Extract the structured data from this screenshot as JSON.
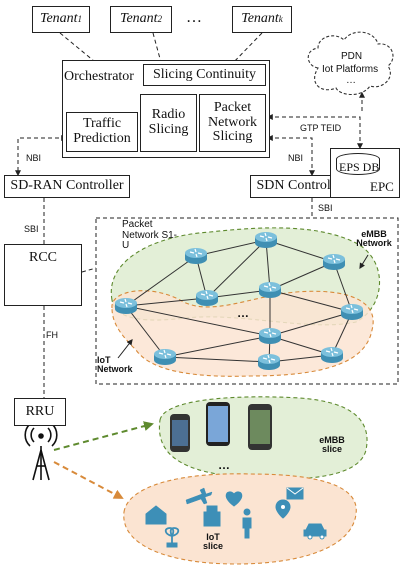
{
  "tenants": {
    "t1": {
      "name": "Tenant",
      "sub": "1"
    },
    "t2": {
      "name": "Tenant",
      "sub": "2"
    },
    "tk": {
      "name": "Tenant",
      "sub": "k"
    },
    "ellipsis": "…"
  },
  "orchestrator": {
    "title": "Orchestrator",
    "slicing_continuity": "Slicing Continuity",
    "traffic_prediction": "Traffic Prediction",
    "radio_slicing": "Radio Slicing",
    "packet_network_slicing": "Packet Network Slicing"
  },
  "pdn": {
    "line1": "PDN",
    "line2": "Iot Platforms",
    "dots": "…"
  },
  "labels": {
    "gtp_teid": "GTP TEID",
    "nbi_left": "NBI",
    "nbi_right": "NBI",
    "sbi_left": "SBI",
    "sbi_right": "SBI",
    "fh": "FH"
  },
  "controllers": {
    "sd_ran": "SD-RAN Controller",
    "sdn": "SDN Controller",
    "eps_db": "EPS DB",
    "epc": "EPC"
  },
  "rcc": {
    "label": "RCC",
    "slot_colors": [
      "#c9e3b8",
      "#c9e3b8",
      "#d7e9c8",
      "#f4c9a4",
      "#f7b9b0"
    ]
  },
  "rru": {
    "label": "RRU"
  },
  "network": {
    "packet_network": "Packet Network S1-U",
    "embb_network": "eMBB Network",
    "iot_network": "IoT Network",
    "dots": "…"
  },
  "slices": {
    "embb_slice": "eMBB slice",
    "iot_slice": "IoT slice",
    "dots": "…"
  },
  "colors": {
    "embb_fill": "#e3efd7",
    "iot_fill": "#fbe4d2",
    "router": "#5aa8c7",
    "icon_blue": "#3d8fb7",
    "gear": "#1f84c8",
    "embb_arrow": "#5e8a2e",
    "iot_arrow": "#d88a3a"
  }
}
